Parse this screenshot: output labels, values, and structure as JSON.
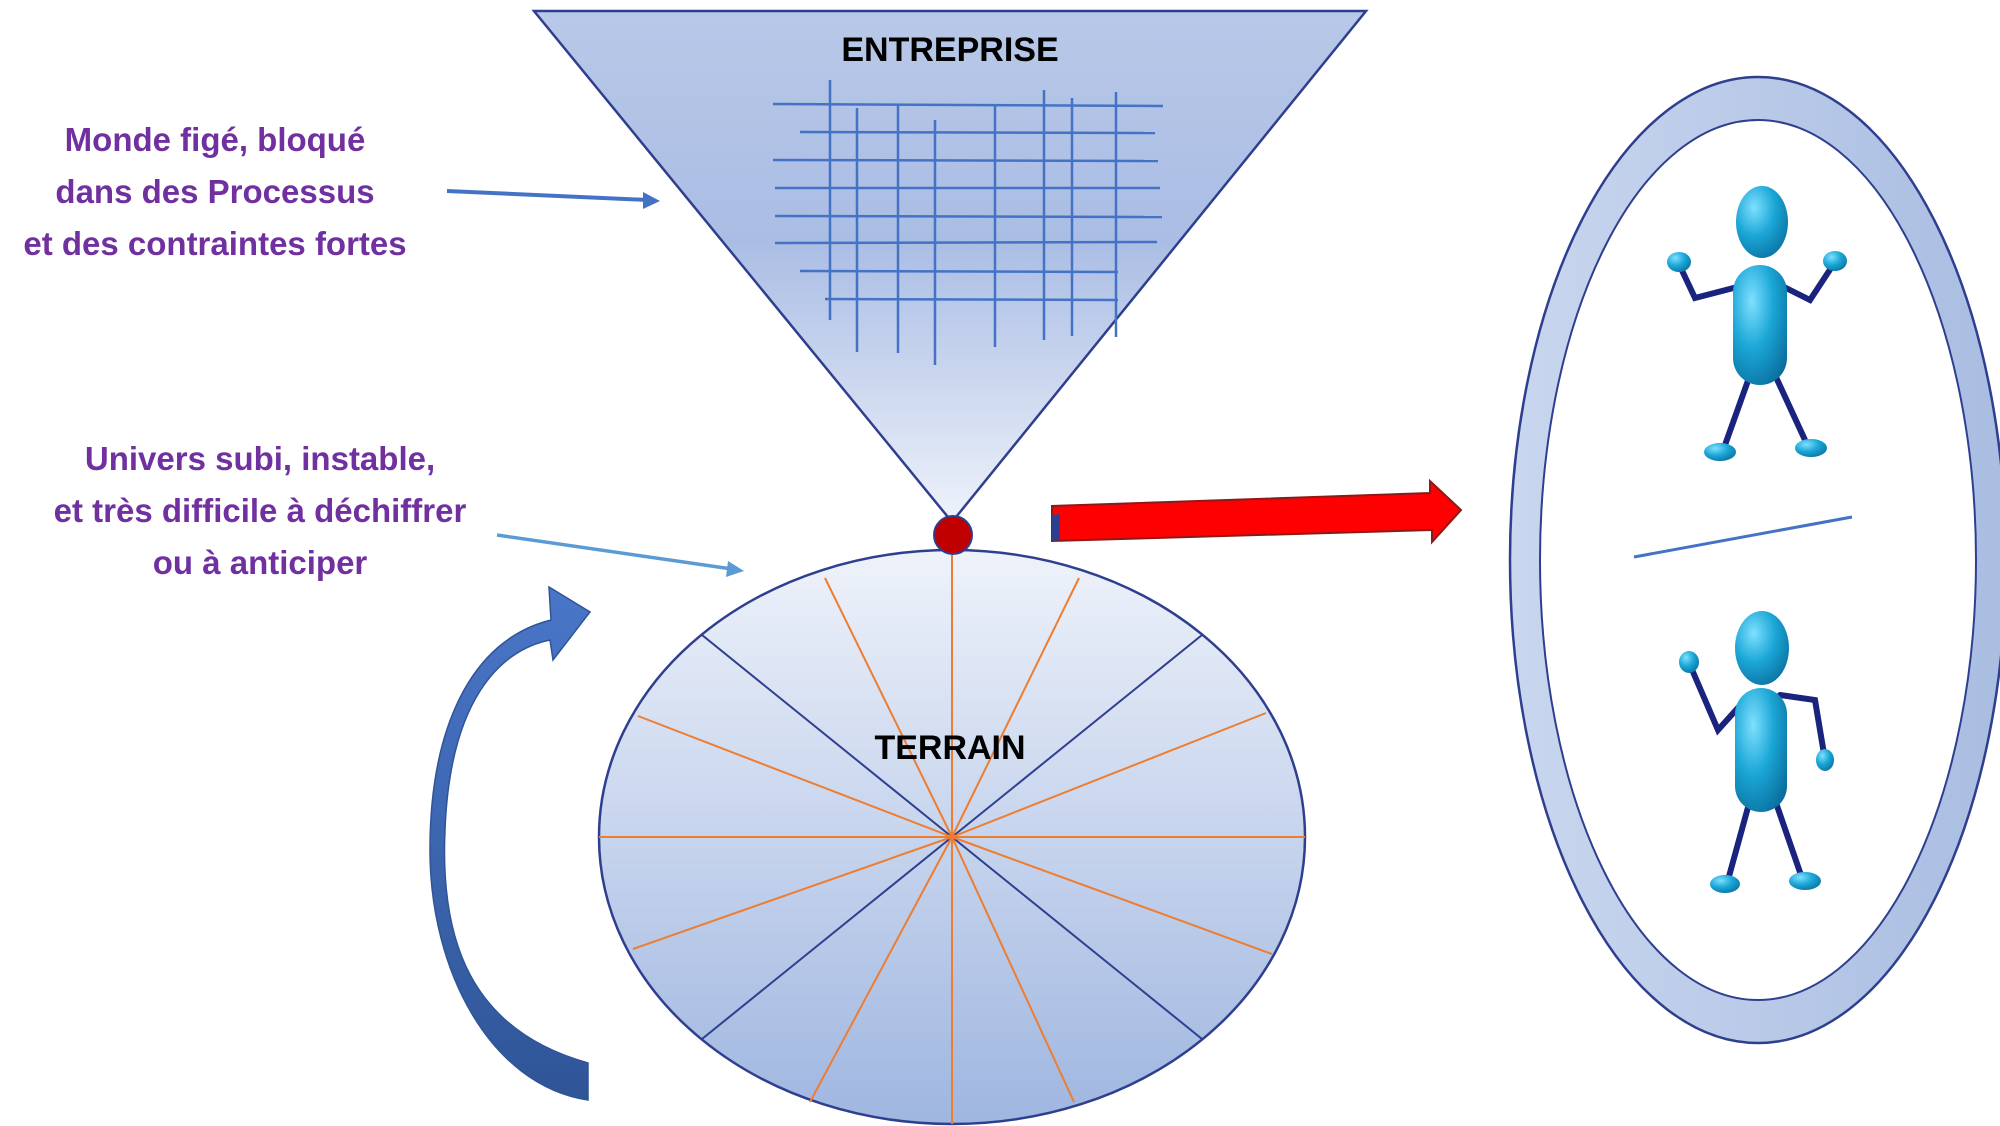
{
  "labels": {
    "entreprise": "ENTREPRISE",
    "terrain": "TERRAIN",
    "monde": [
      "Monde figé, bloqué",
      "dans des Processus",
      "et des contraintes fortes"
    ],
    "univers": [
      "Univers subi, instable,",
      "et très difficile à déchiffrer",
      "ou à anticiper"
    ]
  },
  "colors": {
    "label_purple": "#7030a0",
    "grid_blue": "#4472c4",
    "spoke_orange": "#ed7d31",
    "spoke_navy": "#2f3f8f",
    "big_arrow_red": "#ff0000",
    "junction_dot": "#c00000",
    "figure_cyan": "#1aa6d6",
    "figure_limb": "#1a237e"
  },
  "icons": [
    "curved-arrow-icon",
    "right-arrow-icon",
    "person-figure-icon"
  ]
}
